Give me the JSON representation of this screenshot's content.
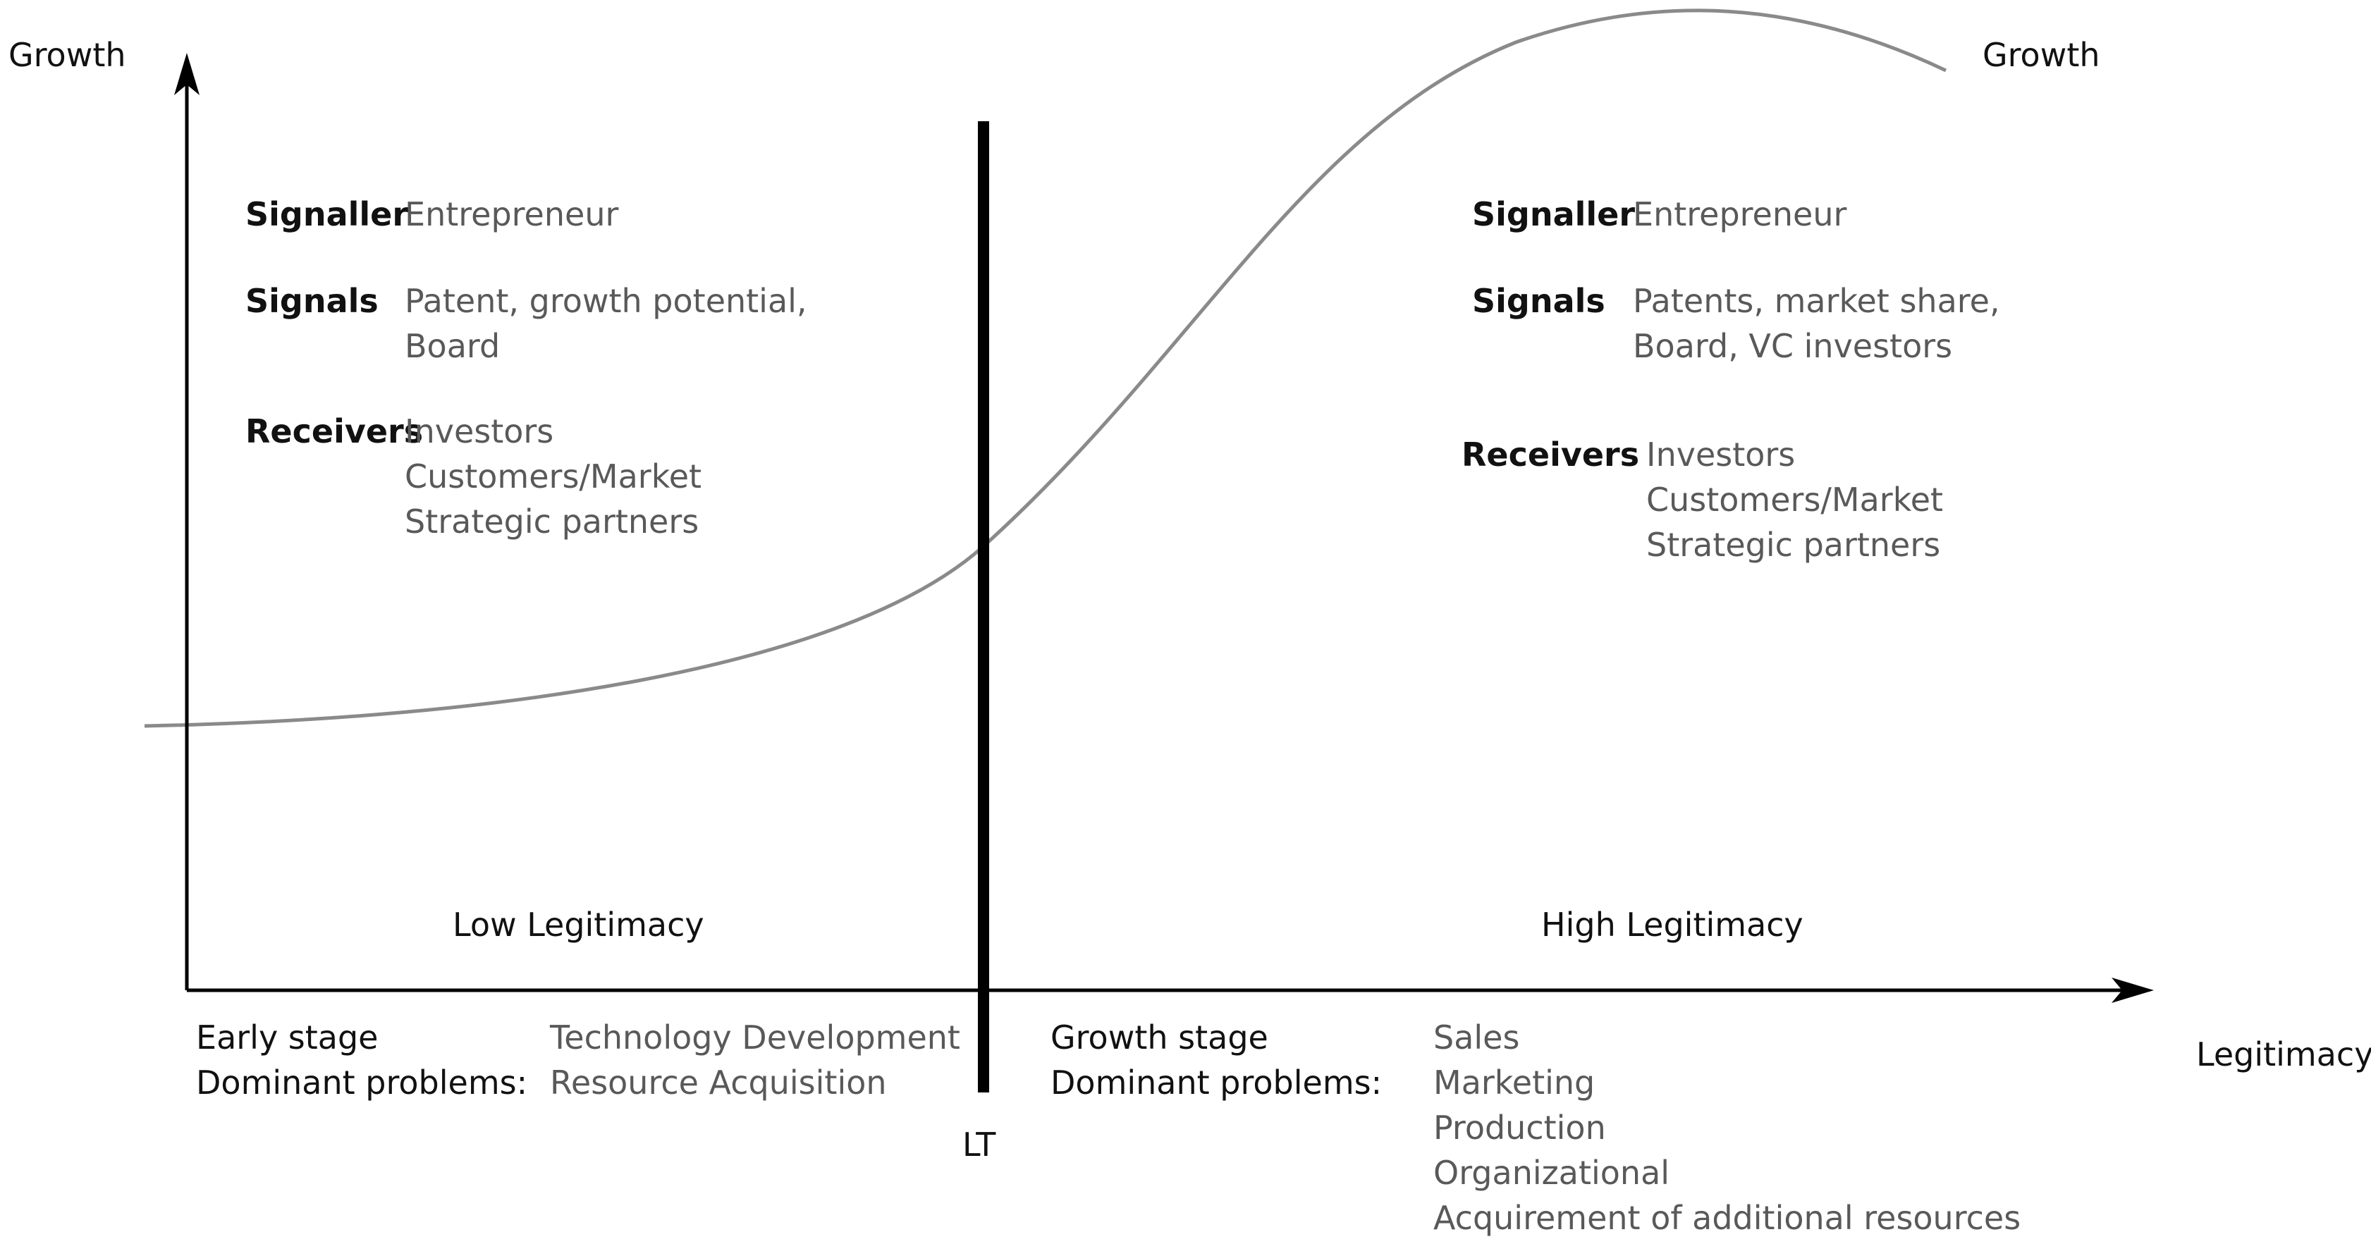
{
  "axes": {
    "y_label": "Growth",
    "x_label": "Legitimacy"
  },
  "curve": {
    "label": "Growth"
  },
  "threshold": {
    "label": "LT"
  },
  "regions": {
    "low": "Low Legitimacy",
    "high": "High Legitimacy"
  },
  "left_panel": {
    "signaller_label": "Signaller",
    "signaller_value": "Entrepreneur",
    "signals_label": "Signals",
    "signals_lines": [
      "Patent, growth potential,",
      "Board"
    ],
    "receivers_label": "Receivers",
    "receivers_lines": [
      "Investors",
      "Customers/Market",
      "Strategic partners"
    ]
  },
  "right_panel": {
    "signaller_label": "Signaller",
    "signaller_value": "Entrepreneur",
    "signals_label": "Signals",
    "signals_lines": [
      "Patents, market share,",
      "Board, VC investors"
    ],
    "receivers_label": "Receivers",
    "receivers_lines": [
      "Investors",
      "Customers/Market",
      "Strategic partners"
    ]
  },
  "early_stage": {
    "stage_label": "Early stage",
    "problems_label": "Dominant problems:",
    "problems": [
      "Technology Development",
      "Resource Acquisition"
    ]
  },
  "growth_stage": {
    "stage_label": "Growth stage",
    "problems_label": "Dominant problems:",
    "problems": [
      "Sales",
      "Marketing",
      "Production",
      "Organizational",
      "Acquirement of additional resources"
    ]
  },
  "colors": {
    "axis": "#000000",
    "curve": "#8a8a8a",
    "text_dark": "#111111",
    "text_gray": "#595959"
  }
}
